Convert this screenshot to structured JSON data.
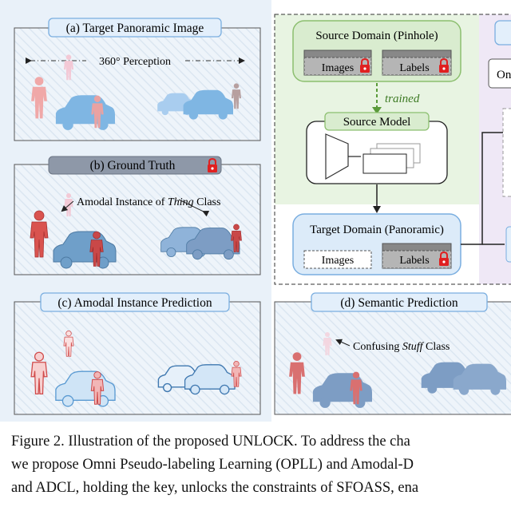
{
  "panels": {
    "a": {
      "title": "(a) Target Panoramic Image",
      "perception": "360° Perception"
    },
    "b": {
      "title": "(b) Ground Truth",
      "note_prefix": "Amodal Instance of ",
      "note_italic": "Thing",
      "note_suffix": " Class"
    },
    "c": {
      "title": "(c) Amodal Instance Prediction"
    },
    "d": {
      "title": "(d) Semantic Prediction",
      "note_prefix": "Confusing ",
      "note_italic": "Stuff",
      "note_suffix": " Class"
    }
  },
  "pipeline": {
    "source_domain": "Source Domain (Pinhole)",
    "source_images": "Images",
    "source_labels": "Labels",
    "trained": "trained",
    "source_model": "Source Model",
    "target_domain": "Target Domain (Panoramic)",
    "target_images": "Images",
    "target_labels": "Labels",
    "cut_label_fragment": "On"
  },
  "caption": {
    "line1": "Figure 2. Illustration of the proposed UNLOCK. To address the cha",
    "line2": "we propose Omni Pseudo-labeling Learning (OPLL) and Amodal-D",
    "line3": "and ADCL, holding the key, unlocks the constraints of SFOASS, ena"
  },
  "colors": {
    "panel_bg": "#ecf3fa",
    "title_fill": "#e3effb",
    "title_stroke": "#7aaee0",
    "gt_title_fill": "#8e98a8",
    "green_fill": "#d9eccf",
    "green_stroke": "#8cbf6f",
    "green_region": "#e8f4e2",
    "lavender_region": "#efe8f6",
    "person_red": "#d9534f",
    "person_pink": "#f0a8a8",
    "car_blue": "#7fb6e3",
    "car_gray_blue": "#7d9dc4",
    "lock_red": "#e02020",
    "arrow_green": "#5a9a3a"
  },
  "icons": [
    "lock-icon",
    "person-icon",
    "car-icon",
    "network-icon"
  ]
}
